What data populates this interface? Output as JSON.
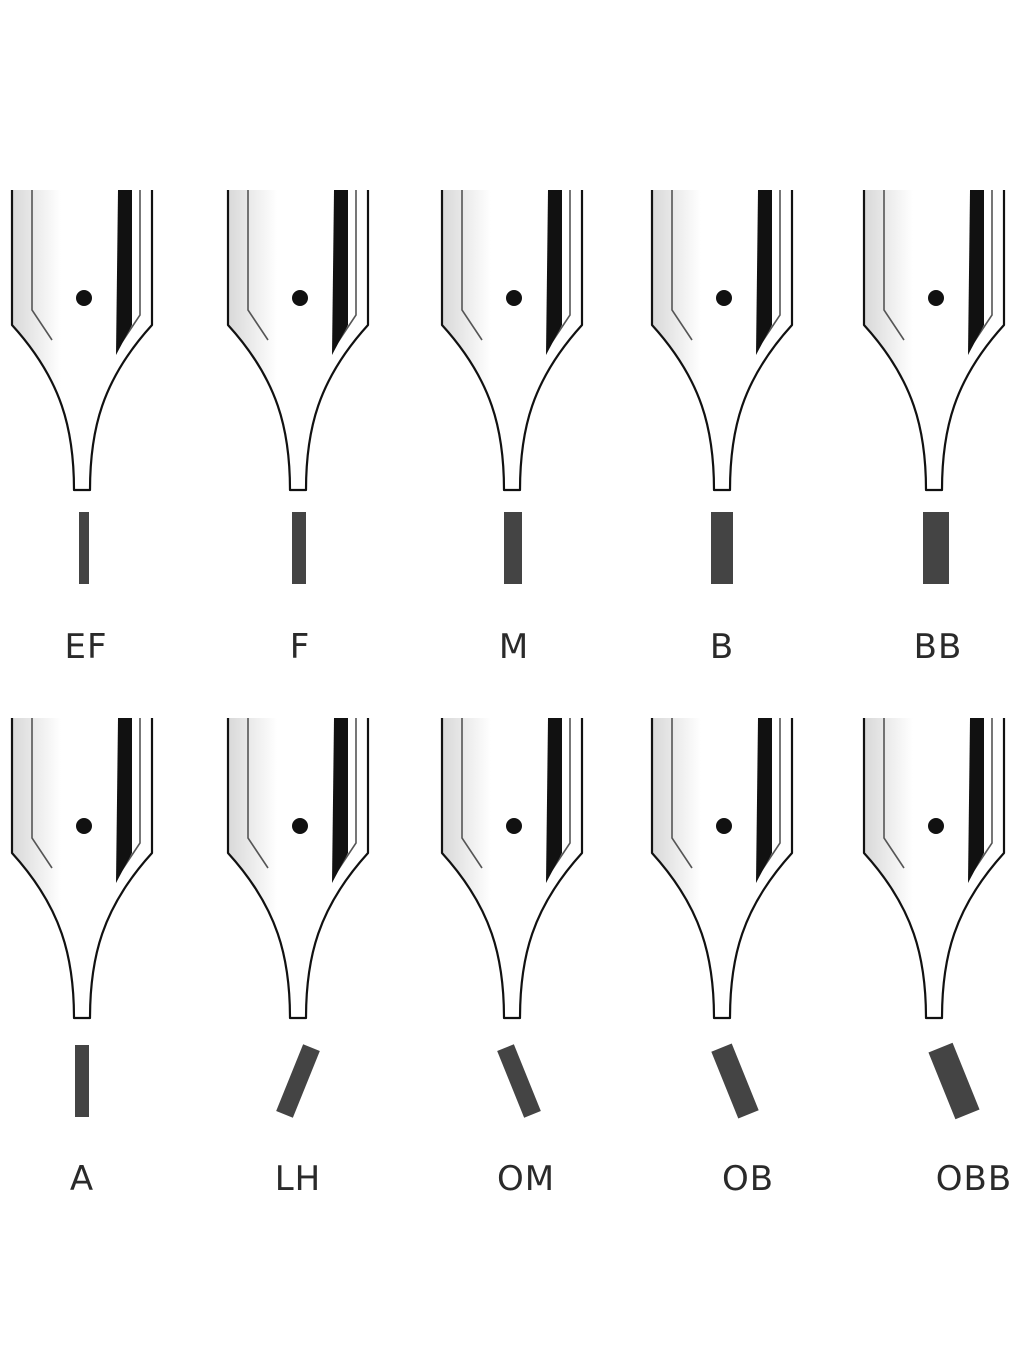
{
  "nibs": [
    {
      "label": "EF",
      "stroke_width": 1,
      "angle_deg": 0
    },
    {
      "label": "F",
      "stroke_width": 2,
      "angle_deg": 0
    },
    {
      "label": "M",
      "stroke_width": 3,
      "angle_deg": 0
    },
    {
      "label": "B",
      "stroke_width": 4,
      "angle_deg": 0
    },
    {
      "label": "BB",
      "stroke_width": 5,
      "angle_deg": 0
    },
    {
      "label": "A",
      "stroke_width": 2,
      "angle_deg": 0
    },
    {
      "label": "LH",
      "stroke_width": 3,
      "angle_deg": -22
    },
    {
      "label": "OM",
      "stroke_width": 3,
      "angle_deg": 22
    },
    {
      "label": "OB",
      "stroke_width": 4,
      "angle_deg": 22
    },
    {
      "label": "OBB",
      "stroke_width": 5,
      "angle_deg": 22
    }
  ],
  "colors": {
    "ink": "#111111",
    "stroke_fill": "#444444",
    "background": "#ffffff"
  }
}
